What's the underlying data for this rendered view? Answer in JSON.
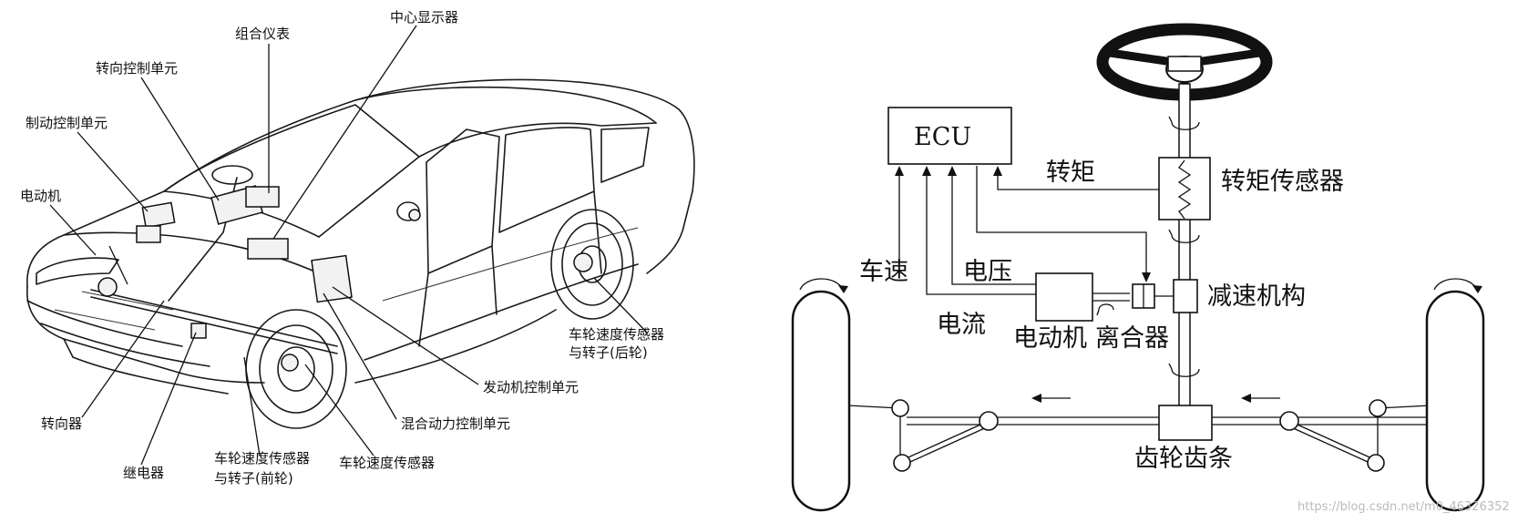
{
  "car_diagram": {
    "labels": {
      "center_display": "中心显示器",
      "instrument_cluster": "组合仪表",
      "steering_control_unit": "转向控制单元",
      "brake_control_unit": "制动控制单元",
      "motor": "电动机",
      "wheel_sensor_rear_1": "车轮速度传感器",
      "wheel_sensor_rear_2": "与转子(后轮)",
      "engine_control_unit": "发动机控制单元",
      "hybrid_control_unit": "混合动力控制单元",
      "steering_gear": "转向器",
      "relay": "继电器",
      "wheel_sensor_front_1": "车轮速度传感器",
      "wheel_sensor_front_2": "与转子(前轮)",
      "wheel_speed_sensor": "车轮速度传感器"
    }
  },
  "eps_diagram": {
    "ecu": "ECU",
    "torque": "转矩",
    "torque_sensor": "转矩传感器",
    "vehicle_speed": "车速",
    "voltage": "电压",
    "current": "电流",
    "reduction_gear": "减速机构",
    "motor": "电动机",
    "clutch": "离合器",
    "rack_pinion": "齿轮齿条"
  },
  "watermark": "https://blog.csdn.net/m0_46326352"
}
